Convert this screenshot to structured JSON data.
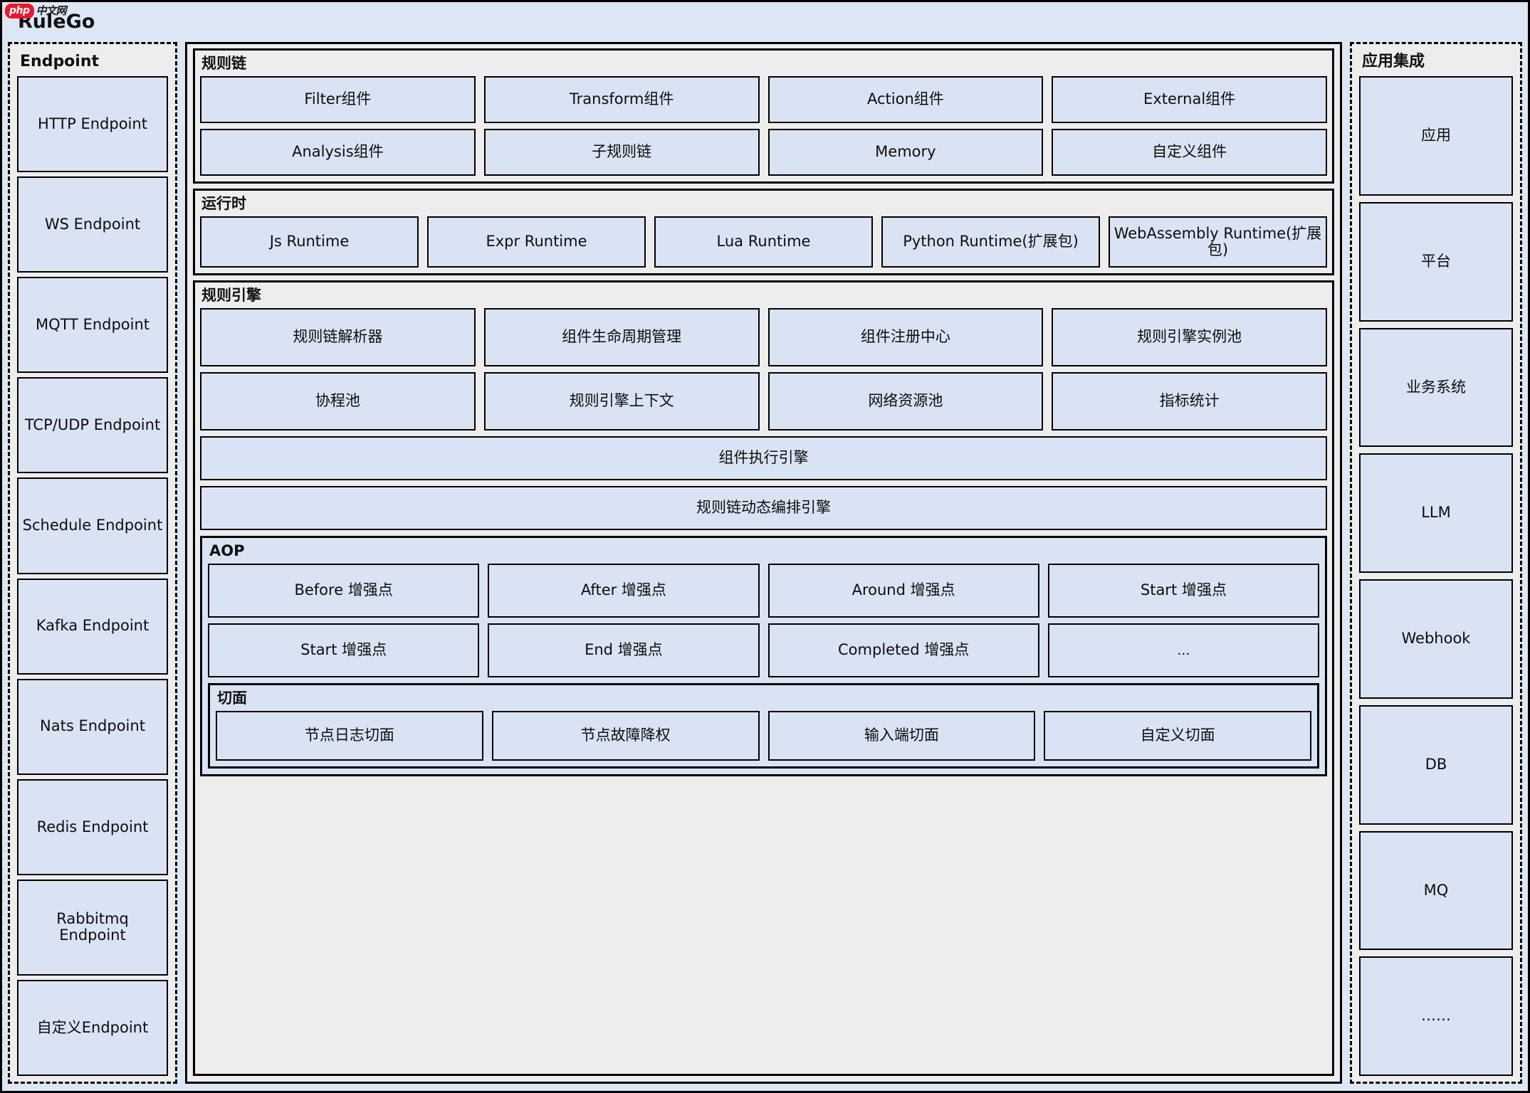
{
  "watermark": {
    "badge": "php",
    "text": "中文网"
  },
  "app": {
    "title": "RuleGo"
  },
  "colors": {
    "canvas": "#dce6f4",
    "group_bg": "#ededed",
    "box_fill": "#dae3f3",
    "stroke": "#000000"
  },
  "endpoint": {
    "title": "Endpoint",
    "items": [
      {
        "label": "HTTP Endpoint"
      },
      {
        "label": "WS Endpoint"
      },
      {
        "label": "MQTT Endpoint"
      },
      {
        "label": "TCP/UDP Endpoint"
      },
      {
        "label": "Schedule Endpoint"
      },
      {
        "label": "Kafka Endpoint"
      },
      {
        "label": "Nats Endpoint"
      },
      {
        "label": "Redis Endpoint"
      },
      {
        "label": "Rabbitmq Endpoint"
      },
      {
        "label": "自定义Endpoint"
      }
    ]
  },
  "rule_chain": {
    "title": "规则链",
    "row1": [
      {
        "label": "Filter组件"
      },
      {
        "label": "Transform组件"
      },
      {
        "label": "Action组件"
      },
      {
        "label": "External组件"
      }
    ],
    "row2": [
      {
        "label": "Analysis组件"
      },
      {
        "label": "子规则链"
      },
      {
        "label": "Memory"
      },
      {
        "label": "自定义组件"
      }
    ]
  },
  "runtime": {
    "title": "运行时",
    "items": [
      {
        "label": "Js Runtime"
      },
      {
        "label": "Expr Runtime"
      },
      {
        "label": "Lua Runtime"
      },
      {
        "label": "Python Runtime(扩展包)"
      },
      {
        "label": "WebAssembly Runtime(扩展包)"
      }
    ]
  },
  "rule_engine": {
    "title": "规则引擎",
    "row1": [
      {
        "label": "规则链解析器"
      },
      {
        "label": "组件生命周期管理"
      },
      {
        "label": "组件注册中心"
      },
      {
        "label": "规则引擎实例池"
      }
    ],
    "row2": [
      {
        "label": "协程池"
      },
      {
        "label": "规则引擎上下文"
      },
      {
        "label": "网络资源池"
      },
      {
        "label": "指标统计"
      }
    ],
    "wide": [
      {
        "label": "组件执行引擎"
      },
      {
        "label": "规则链动态编排引擎"
      }
    ]
  },
  "aop": {
    "title": "AOP",
    "row1": [
      {
        "label": "Before 增强点"
      },
      {
        "label": "After 增强点"
      },
      {
        "label": "Around 增强点"
      },
      {
        "label": "Start 增强点"
      }
    ],
    "row2": [
      {
        "label": "Start 增强点"
      },
      {
        "label": "End 增强点"
      },
      {
        "label": "Completed 增强点"
      },
      {
        "label": "..."
      }
    ]
  },
  "aspect": {
    "title": "切面",
    "items": [
      {
        "label": "节点日志切面"
      },
      {
        "label": "节点故障降权"
      },
      {
        "label": "输入端切面"
      },
      {
        "label": "自定义切面"
      }
    ]
  },
  "app_integration": {
    "title": "应用集成",
    "items": [
      {
        "label": "应用"
      },
      {
        "label": "平台"
      },
      {
        "label": "业务系统"
      },
      {
        "label": "LLM"
      },
      {
        "label": "Webhook"
      },
      {
        "label": "DB"
      },
      {
        "label": "MQ"
      },
      {
        "label": "……"
      }
    ]
  }
}
